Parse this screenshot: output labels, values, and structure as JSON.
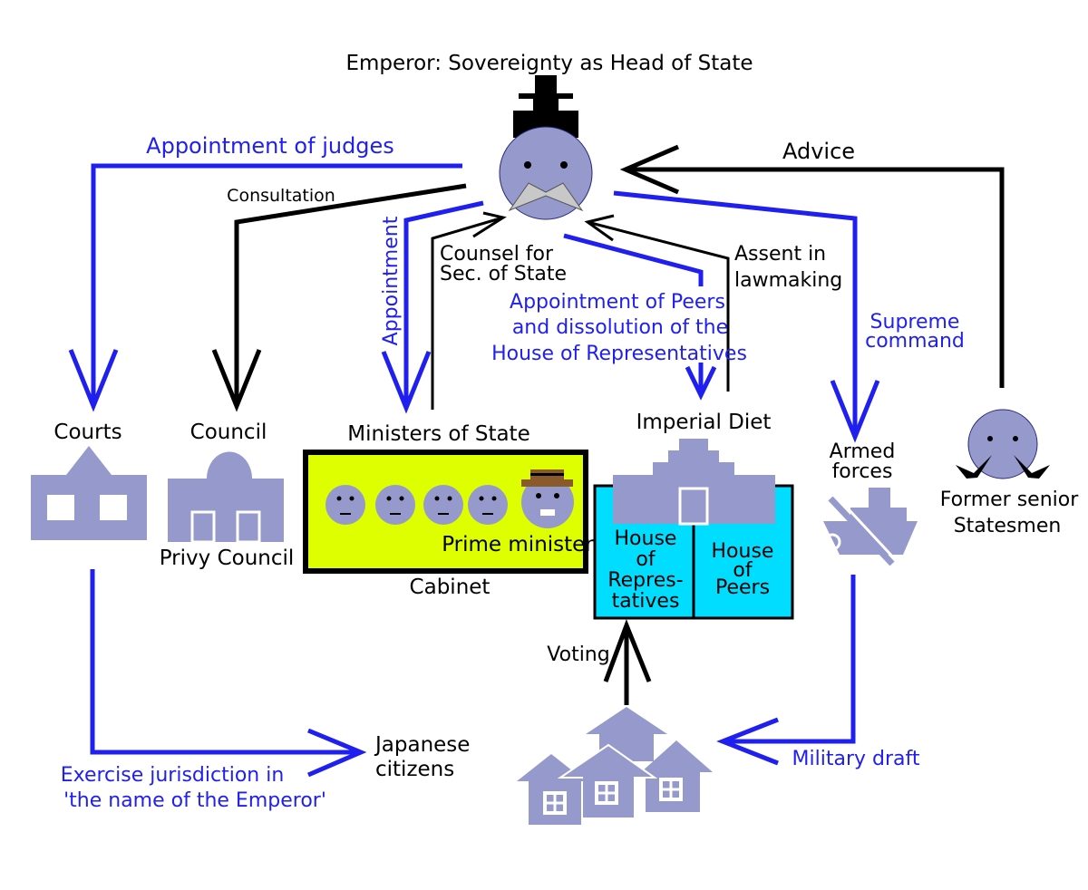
{
  "title": "Emperor: Sovereignty as Head of State",
  "colors": {
    "blue": "#1f1ff0",
    "black": "#000000",
    "figure": "#9599cc",
    "cabinet_fill": "#ddff00",
    "diet_fill": "#00ddff",
    "hat": "#8b5a2b"
  },
  "nodes": {
    "courts": "Courts",
    "council": "Council",
    "privy_council": "Privy Council",
    "ministers": "Ministers of State",
    "prime_minister": "Prime minister",
    "cabinet": "Cabinet",
    "imperial_diet": "Imperial Diet",
    "house_reps": [
      "House",
      "of",
      "Repres-",
      "tatives"
    ],
    "house_peers": [
      "House",
      "of",
      "Peers"
    ],
    "armed_forces": [
      "Armed",
      "forces"
    ],
    "former_statesmen": [
      "Former senior",
      "Statesmen"
    ],
    "citizens": [
      "Japanese",
      "citizens"
    ]
  },
  "relations": {
    "appointment_judges": "Appointment of judges",
    "consultation": "Consultation",
    "appointment": "Appointment",
    "counsel": [
      "Counsel for",
      "Sec. of State"
    ],
    "assent": [
      "Assent in",
      "lawmaking"
    ],
    "appointment_peers": [
      "Appointment of Peers",
      "and dissolution of the",
      "House of Representatives"
    ],
    "supreme_command": [
      "Supreme",
      "command"
    ],
    "advice": "Advice",
    "voting": "Voting",
    "military_draft": "Military draft",
    "jurisdiction": [
      "Exercise jurisdiction in",
      "'the name of the Emperor'"
    ]
  }
}
